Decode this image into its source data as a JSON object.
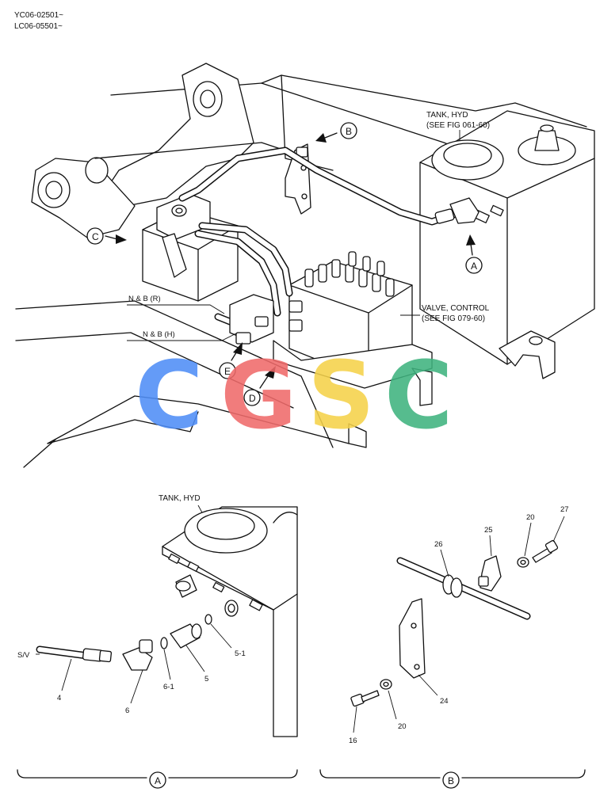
{
  "header": {
    "serial_1": "YC06-02501~",
    "serial_2": "LC06-05501~"
  },
  "main_view": {
    "label_tank": "TANK, HYD",
    "label_tank_ref": "(SEE FIG 061-60)",
    "label_valve": "VALVE, CONTROL",
    "label_valve_ref": "(SEE FIG 079-60)",
    "label_nb_r": "N & B (R)",
    "label_nb_h": "N & B (H)",
    "callout_a": "A",
    "callout_b": "B",
    "callout_c": "C",
    "callout_d": "D",
    "callout_e": "E"
  },
  "detail_a": {
    "title": "TANK, HYD",
    "label_sv": "S/V",
    "part_4": "4",
    "part_5": "5",
    "part_5_1": "5-1",
    "part_6": "6",
    "part_6_1": "6-1",
    "view_label": "A"
  },
  "detail_b": {
    "part_16": "16",
    "part_20a": "20",
    "part_20b": "20",
    "part_24": "24",
    "part_25": "25",
    "part_26": "26",
    "part_27": "27",
    "view_label": "B"
  },
  "watermark": {
    "letters": [
      "C",
      "G",
      "S",
      "C"
    ],
    "colors": [
      "#4f8ef7",
      "#f06a6a",
      "#f5d24a",
      "#3fb37f"
    ]
  }
}
